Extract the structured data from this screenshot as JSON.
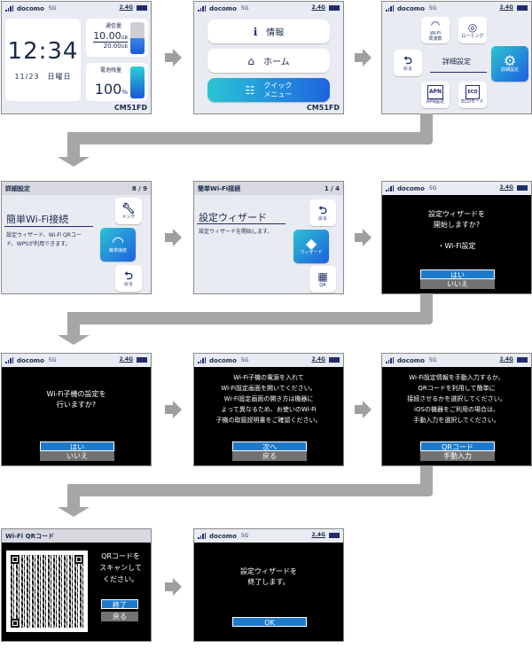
{
  "statusbar": {
    "carrier": "docomo",
    "network": "5G",
    "wifi_band": "2.4G",
    "signal_bars": 4
  },
  "screens": {
    "home": {
      "time": "12:34",
      "date": "11/23　日曜日",
      "data_label": "通信量",
      "data_used": "10.00",
      "data_used_unit": "GB",
      "data_total": "20.00",
      "data_total_unit": "GB",
      "data_fill_pct": 50,
      "battery_label": "電池残量",
      "battery_value": "100",
      "battery_unit": "%",
      "battery_fill_pct": 100,
      "model": "CM51FD"
    },
    "menu": {
      "items": [
        {
          "label": "情報",
          "icon": "info-icon"
        },
        {
          "label": "ホーム",
          "icon": "home-icon"
        },
        {
          "label": "クイック\nメニュー",
          "label_line1": "クイック",
          "label_line2": "メニュー",
          "icon": "list-icon",
          "selected": true
        }
      ],
      "model": "CM51FD"
    },
    "quick_menu": {
      "title": "詳細設定",
      "tiles": [
        {
          "label": "Wi-Fi\n周波数",
          "label_line1": "Wi-Fi",
          "label_line2": "周波数",
          "icon": "wifi-band-icon"
        },
        {
          "label": "ローミング",
          "icon": "globe-roaming-icon"
        },
        {
          "label": "戻る",
          "icon": "back-icon"
        },
        {
          "label": "詳細設定",
          "icon": "gear-icon",
          "selected": true
        },
        {
          "label": "APN設定",
          "icon": "apn-icon"
        },
        {
          "label": "ECOモード",
          "icon": "eco-icon"
        }
      ]
    },
    "advanced": {
      "header": "詳細設定",
      "page": "8 / 9",
      "title": "簡単Wi-Fi接続",
      "description": "設定ウィザード、Wi-Fi QRコード、WPSが利用できます。",
      "tiles": [
        {
          "label": "メンテ",
          "icon": "wrench-icon"
        },
        {
          "label": "簡単接続",
          "icon": "easy-connect-icon",
          "selected": true
        },
        {
          "label": "戻る",
          "icon": "back-icon"
        }
      ]
    },
    "easy_wifi": {
      "header": "簡単Wi-Fi接続",
      "page": "1 / 4",
      "title": "設定ウィザード",
      "description": "設定ウィザードを開始します。",
      "tiles": [
        {
          "label": "戻る",
          "icon": "back-icon"
        },
        {
          "label": "ウィザード",
          "icon": "beginner-mark-icon",
          "selected": true
        },
        {
          "label": "QR",
          "icon": "qr-icon"
        }
      ]
    },
    "wizard_start": {
      "line1": "設定ウィザードを",
      "line2": "開始しますか?",
      "line3": "・Wi-Fi設定",
      "options": [
        "はい",
        "いいえ"
      ]
    },
    "wifi_client": {
      "line1": "Wi-Fi子機の設定を",
      "line2": "行いますか?",
      "options": [
        "はい",
        "いいえ"
      ]
    },
    "power_on": {
      "lines": [
        "Wi-Fi子機の電源を入れて",
        "Wi-Fi設定画面を開いてください。",
        "Wi-Fi設定画面の開き方は機器に",
        "よって異なるため、お使いのWi-Fi",
        "子機の取扱説明書をご確認ください。"
      ],
      "options": [
        "次へ",
        "戻る"
      ]
    },
    "method": {
      "lines": [
        "Wi-Fi設定情報を手動入力するか、",
        "QRコードを利用して簡単に",
        "接続させるかを選択してください。",
        "iOSの機器をご利用の場合は、",
        "手動入力を選択してください。"
      ],
      "options": [
        "QRコード",
        "手動入力"
      ]
    },
    "qr": {
      "header": "Wi-Fi QRコード",
      "lines": [
        "QRコードを",
        "スキャンして",
        "ください。"
      ],
      "options": [
        "終了",
        "戻る"
      ]
    },
    "finish": {
      "line1": "設定ウィザードを",
      "line2": "終了します。",
      "ok": "OK"
    }
  },
  "colors": {
    "accent_blue": "#1d7acb",
    "navy": "#1f2d6e",
    "unselected_gray": "#727272",
    "arrow_gray": "#a6a6a6",
    "light_bg": "#e9ebf3"
  }
}
